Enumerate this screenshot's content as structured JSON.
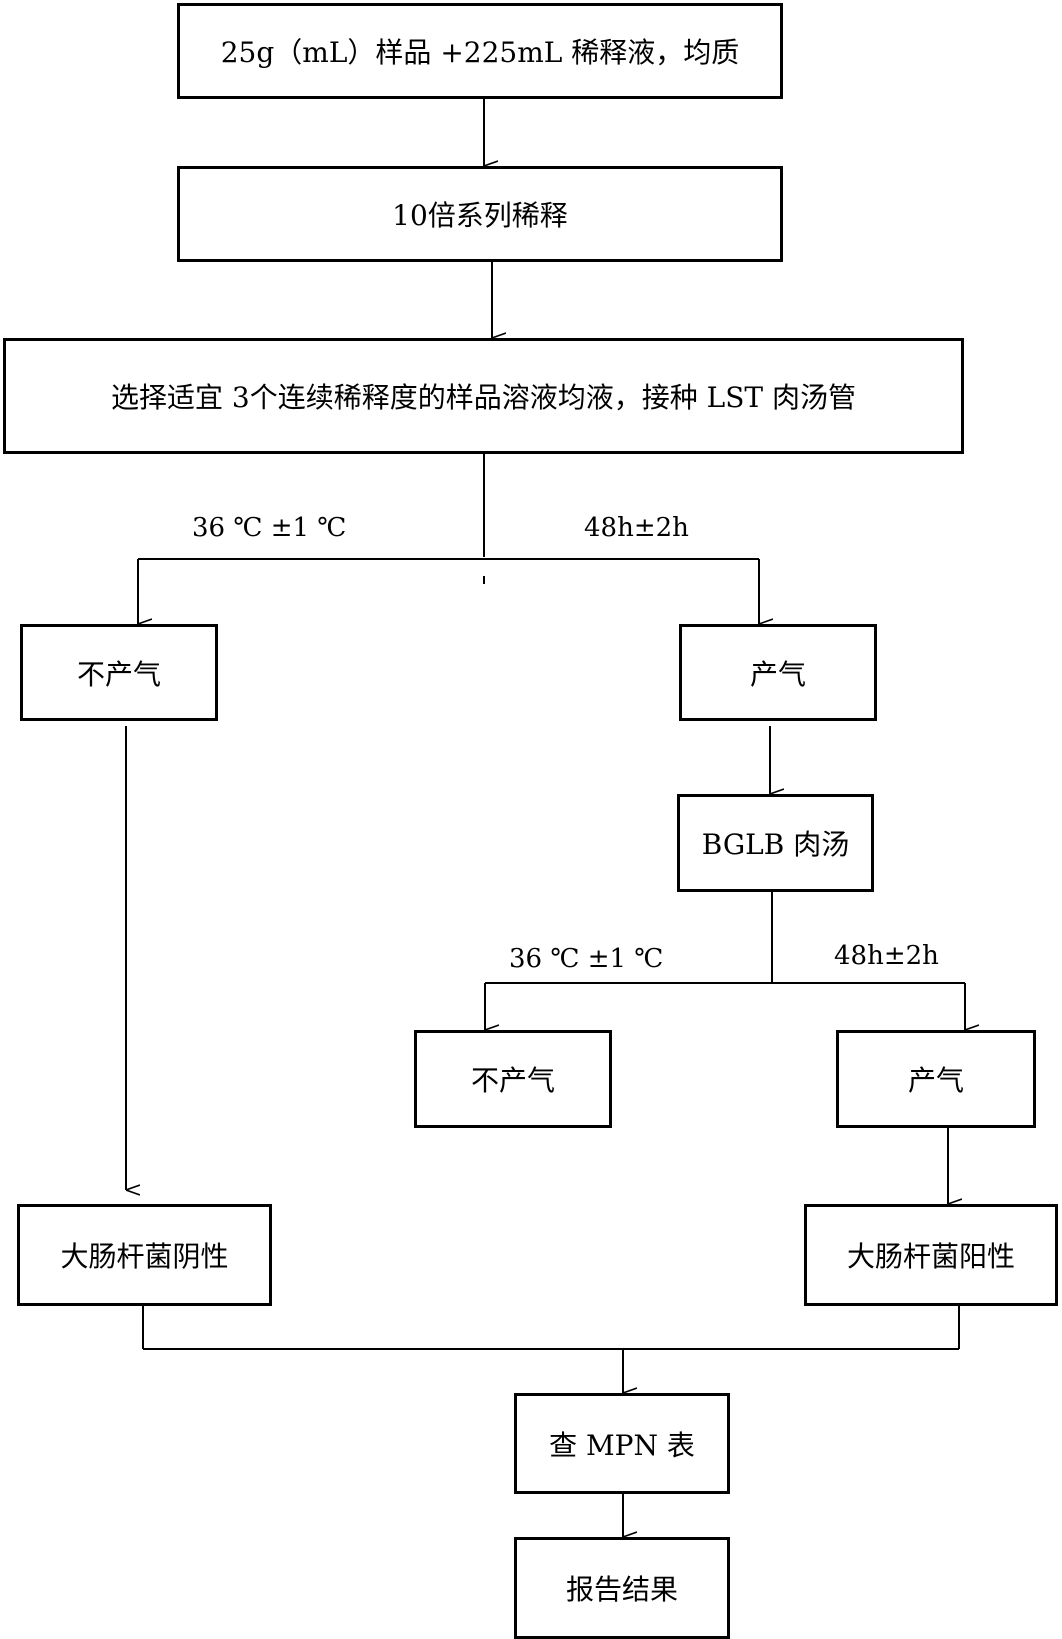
{
  "nodes": {
    "sample_prep": "25g（mL）样品 +225mL 稀释液，均质",
    "serial_dilution": "10倍系列稀释",
    "inoculate_lst": "选择适宜 3个连续稀释度的样品溶液均液，接种 LST 肉汤管",
    "lst_no_gas": "不产气",
    "lst_gas": "产气",
    "bglb_broth": "BGLB 肉汤",
    "bglb_no_gas": "不产气",
    "bglb_gas": "产气",
    "coliform_negative": "大肠杆菌阴性",
    "coliform_positive": "大肠杆菌阳性",
    "check_mpn": "查 MPN 表",
    "report": "报告结果"
  },
  "conditions": {
    "lst_temp": "36 ℃ ±1 ℃",
    "lst_time": "48h±2h",
    "bglb_temp": "36 ℃ ±1 ℃",
    "bglb_time": "48h±2h"
  },
  "colors": {
    "stroke": "#000000",
    "background": "#ffffff"
  }
}
